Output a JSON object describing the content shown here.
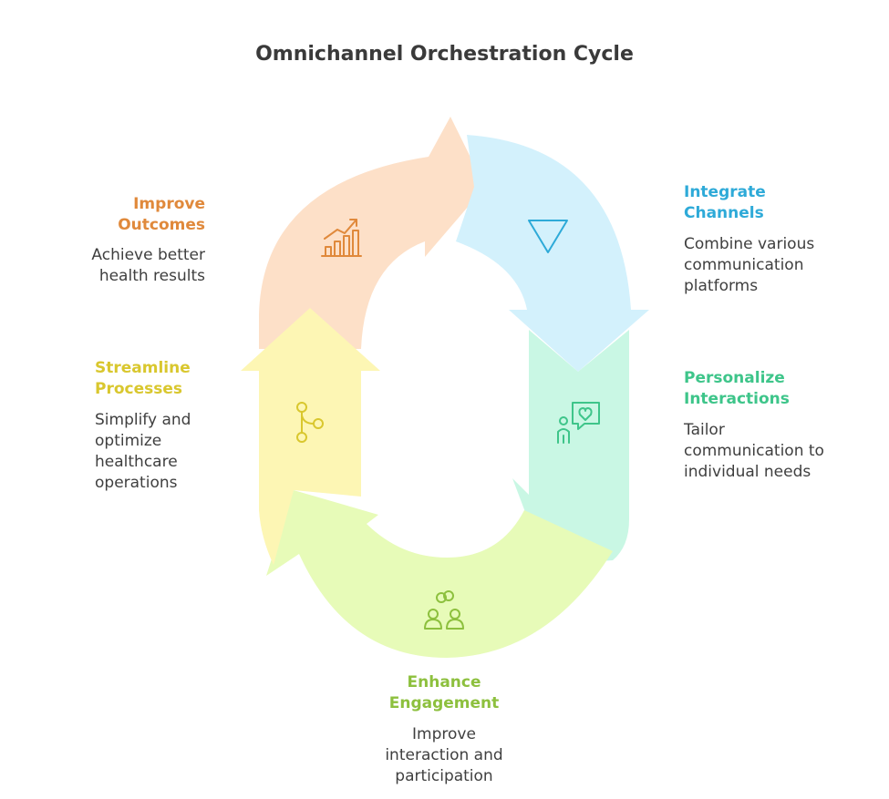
{
  "title": "Omnichannel Orchestration Cycle",
  "colors": {
    "improve_fill": "#fde0c8",
    "improve_text": "#e0893b",
    "integrate_fill": "#d3f1fc",
    "integrate_text": "#2eaad8",
    "personalize_fill": "#c9f7e4",
    "personalize_text": "#3ec58a",
    "enhance_fill": "#e7fbb8",
    "enhance_text": "#8dc03e",
    "streamline_fill": "#fdf6b4",
    "streamline_text": "#d9c72e"
  },
  "steps": {
    "improve": {
      "title": "Improve\nOutcomes",
      "description": "Achieve better\nhealth results",
      "icon": "chart-growth-icon"
    },
    "integrate": {
      "title": "Integrate\nChannels",
      "description": "Combine various\ncommunication\nplatforms",
      "icon": "funnel-triangle-icon"
    },
    "personalize": {
      "title": "Personalize\nInteractions",
      "description": "Tailor\ncommunication to\nindividual needs",
      "icon": "person-heart-message-icon"
    },
    "enhance": {
      "title": "Enhance\nEngagement",
      "description": "Improve\ninteraction and\nparticipation",
      "icon": "people-link-icon"
    },
    "streamline": {
      "title": "Streamline\nProcesses",
      "description": "Simplify and\noptimize\nhealthcare\noperations",
      "icon": "branch-nodes-icon"
    }
  }
}
